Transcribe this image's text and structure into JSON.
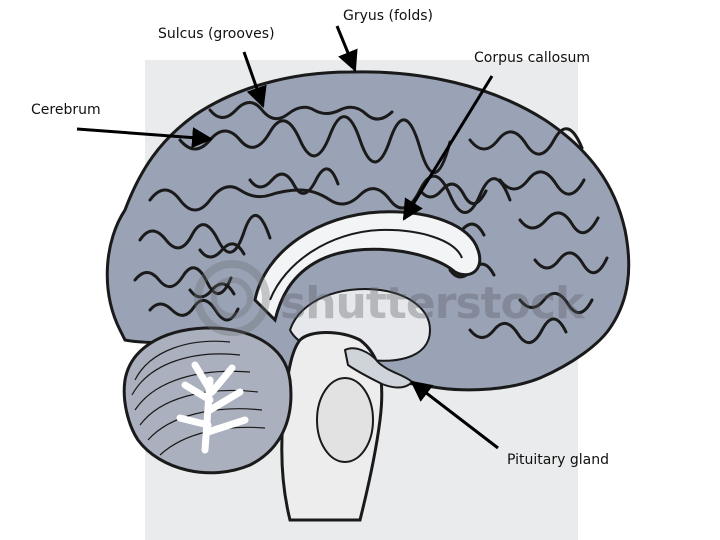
{
  "labels": {
    "sulcus": "Sulcus (grooves)",
    "gyrus": "Gryus (folds)",
    "corpus_callosum": "Corpus callosum",
    "cerebrum": "Cerebrum",
    "pituitary": "Pituitary gland"
  },
  "watermark": {
    "text": "shutterstock"
  },
  "colors": {
    "brain_fill": "#9aa2b5",
    "outline": "#1a1a1a",
    "background_panel": "#e9ebec",
    "arrow": "#000000"
  }
}
